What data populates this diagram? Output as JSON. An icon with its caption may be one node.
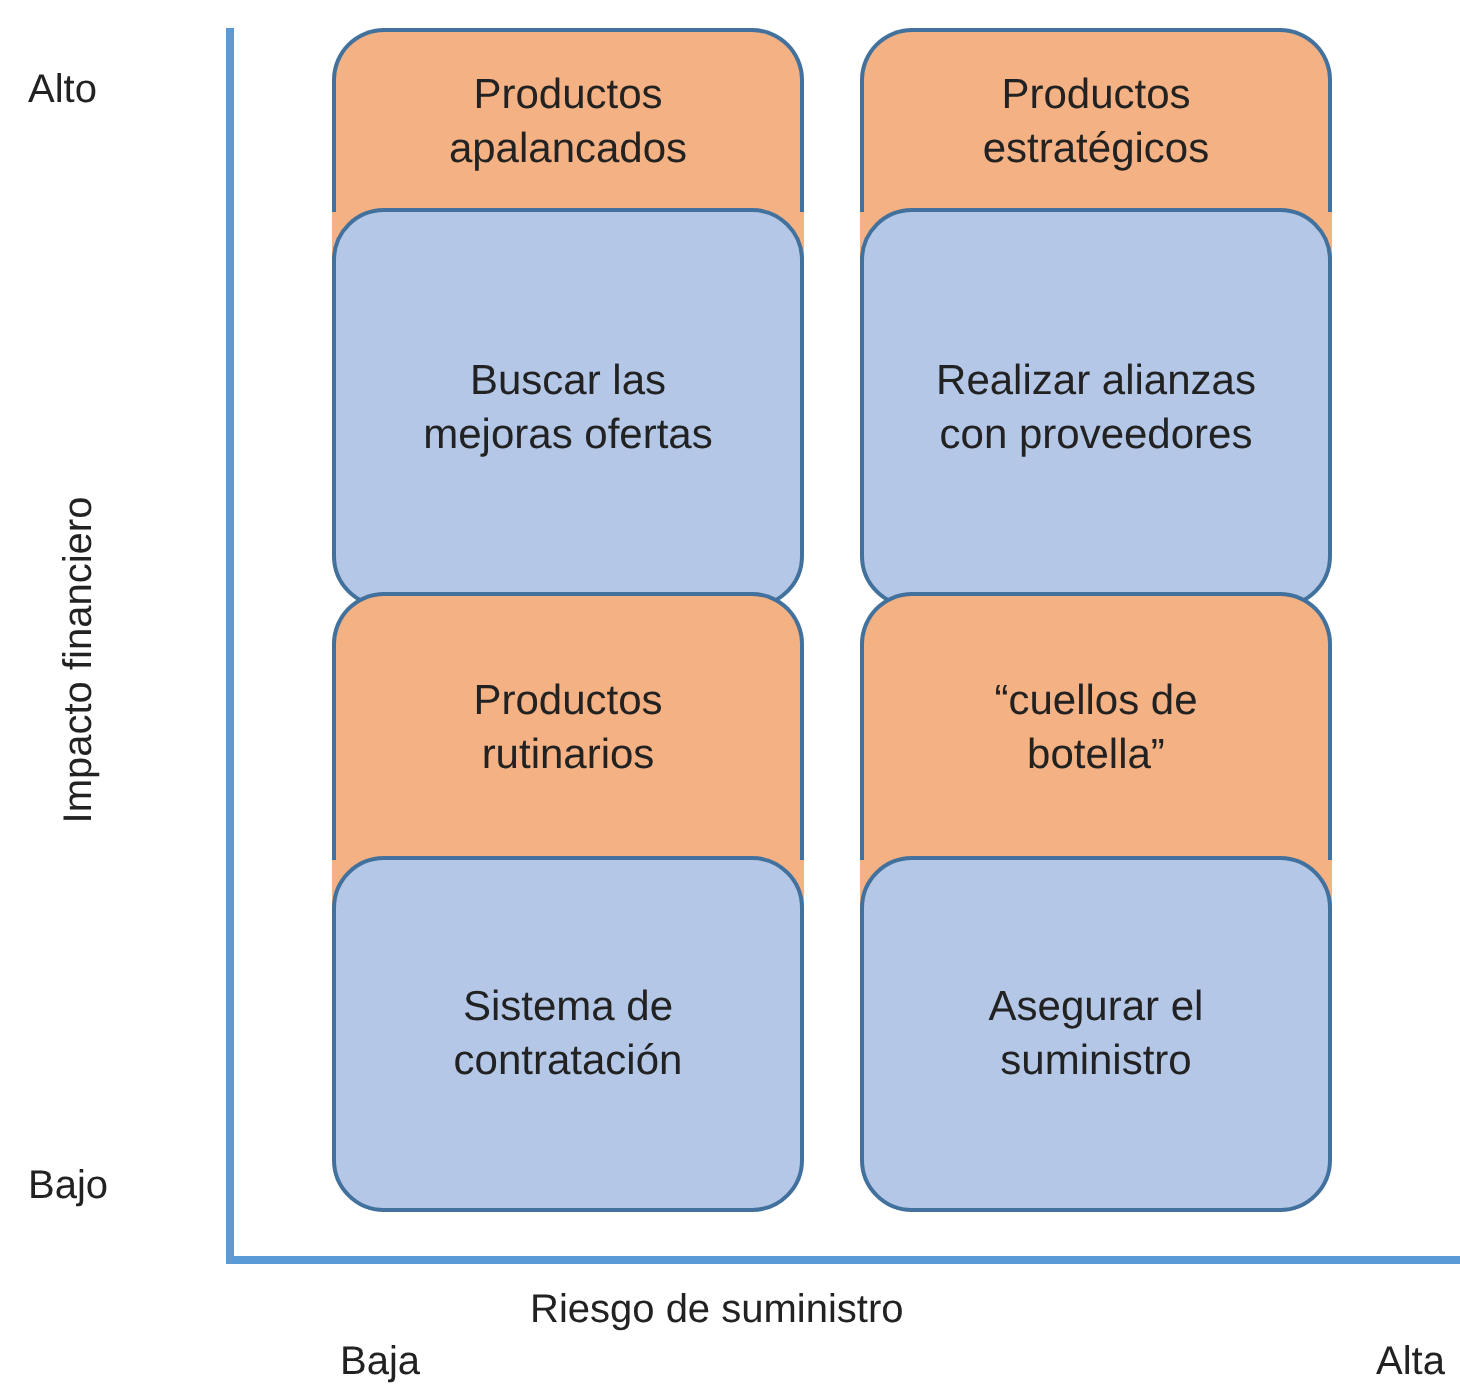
{
  "diagram": {
    "nodes": [
      {
        "text": [
          "Productos apalancados"
        ]
      },
      {
        "text": [
          "Buscar las mejoras ofertas"
        ]
      },
      {
        "text": [
          "Productos estratégicos"
        ]
      },
      {
        "text": [
          "Realizar alianzas con proveedores"
        ]
      },
      {
        "text": [
          "Productos rutinarios"
        ]
      },
      {
        "text": [
          "Sistema de contratación"
        ]
      },
      {
        "text": [
          "“cuellos de botella”"
        ]
      },
      {
        "text": [
          "Asegurar el suministro"
        ]
      }
    ],
    "labels": [
      "Alto",
      "Impacto financiero",
      "Bajo",
      "Riesgo de suministro",
      "Baja",
      "Alta"
    ]
  }
}
